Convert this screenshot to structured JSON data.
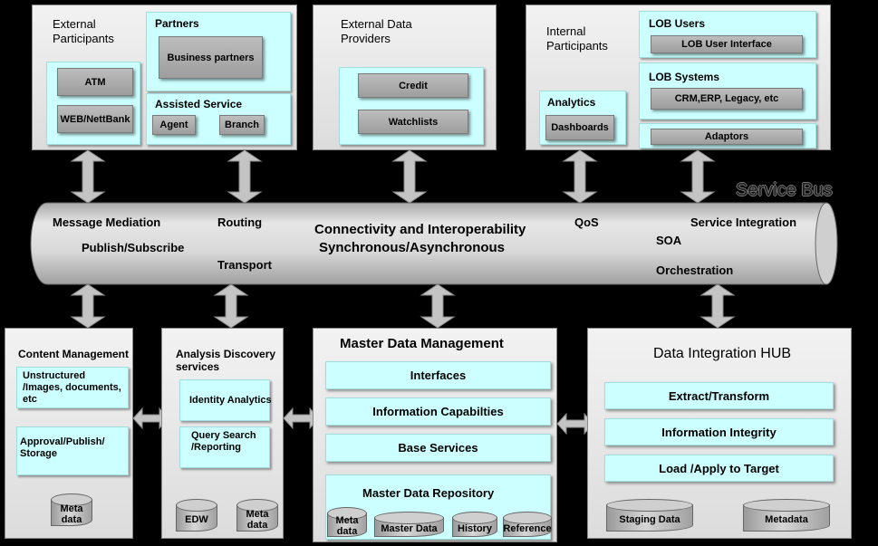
{
  "top": {
    "external_participants": {
      "title": "External Participants",
      "items": [
        "ATM",
        "WEB/NettBank"
      ],
      "partners": {
        "title": "Partners",
        "item": "Business partners"
      },
      "assisted": {
        "title": "Assisted Service",
        "items": [
          "Agent",
          "Branch"
        ]
      }
    },
    "external_data": {
      "title": "External Data Providers",
      "items": [
        "Credit",
        "Watchlists"
      ]
    },
    "internal": {
      "title": "Internal Participants",
      "analytics": {
        "title": "Analytics",
        "item": "Dashboards"
      },
      "lob_users": {
        "title": "LOB Users",
        "item": "LOB User Interface"
      },
      "lob_systems": {
        "title": "LOB Systems",
        "item": "CRM,ERP, Legacy, etc"
      },
      "adaptors": "Adaptors"
    }
  },
  "bus": {
    "label": "Service Bus",
    "message_mediation": "Message Mediation",
    "publish_subscribe": "Publish/Subscribe",
    "routing": "Routing",
    "transport": "Transport",
    "connectivity": "Connectivity and Interoperability",
    "sync": "Synchronous/Asynchronous",
    "qos": "QoS",
    "soa": "SOA",
    "service_integration": "Service Integration",
    "orchestration": "Orchestration"
  },
  "bottom": {
    "content": {
      "title": "Content Management",
      "unstructured": "Unstructured /Images, documents, etc",
      "approval": "Approval/Publish/ Storage",
      "meta": "Meta data"
    },
    "analysis": {
      "title": "Analysis Discovery services",
      "identity": "Identity Analytics",
      "query": "Query Search /Reporting",
      "edw": "EDW",
      "meta": "Meta data"
    },
    "mdm": {
      "title": "Master Data Management",
      "interfaces": "Interfaces",
      "capabilities": "Information Capabilties",
      "base": "Base Services",
      "repository": {
        "title": "Master Data Repository",
        "items": [
          "Meta data",
          "Master Data",
          "History",
          "Reference"
        ]
      }
    },
    "hub": {
      "title": "Data Integration HUB",
      "items": [
        "Extract/Transform",
        "Information Integrity",
        "Load /Apply to Target"
      ],
      "staging": "Staging Data",
      "metadata": "Metadata"
    }
  }
}
